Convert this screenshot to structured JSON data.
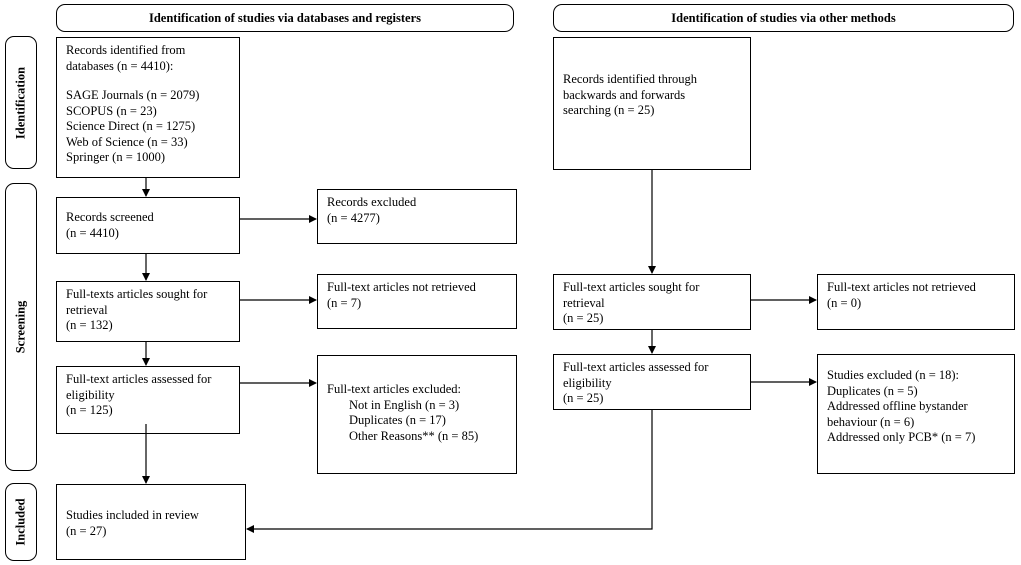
{
  "headers": {
    "left": "Identification of studies via databases and registers",
    "right": "Identification of studies via other methods"
  },
  "phases": {
    "identification": "Identification",
    "screening": "Screening",
    "included": "Included"
  },
  "left": {
    "records_identified": {
      "lines": [
        "Records identified from",
        "databases (n = 4410):"
      ],
      "sources": [
        "SAGE Journals (n = 2079)",
        "SCOPUS (n = 23)",
        "Science Direct (n = 1275)",
        "Web of Science (n = 33)",
        "Springer (n = 1000)"
      ]
    },
    "records_screened": [
      "Records screened",
      "(n = 4410)"
    ],
    "records_excluded": [
      "Records excluded",
      "(n = 4277)"
    ],
    "sought_for_retrieval": [
      "Full-texts articles sought for",
      "retrieval",
      "(n = 132)"
    ],
    "not_retrieved": [
      "Full-text articles not retrieved",
      "(n = 7)"
    ],
    "assessed_eligibility": [
      "Full-text articles assessed for",
      "eligibility",
      "(n = 125)"
    ],
    "excluded": {
      "title": "Full-text articles excluded:",
      "reasons": [
        "Not in English (n = 3)",
        "Duplicates (n = 17)",
        "Other Reasons** (n = 85)"
      ]
    },
    "included": [
      "Studies included in review",
      "(n = 27)"
    ]
  },
  "right": {
    "records_identified": [
      "Records identified through",
      "backwards and forwards",
      "searching (n = 25)"
    ],
    "sought_for_retrieval": [
      "Full-text articles sought for",
      "retrieval",
      "(n = 25)"
    ],
    "not_retrieved": [
      "Full-text articles not retrieved",
      "(n = 0)"
    ],
    "assessed_eligibility": [
      "Full-text articles assessed for",
      "eligibility",
      "(n = 25)"
    ],
    "excluded": [
      "Studies excluded (n = 18):",
      "Duplicates (n = 5)",
      "Addressed offline bystander",
      "behaviour (n = 6)",
      "Addressed only PCB* (n = 7)"
    ]
  }
}
